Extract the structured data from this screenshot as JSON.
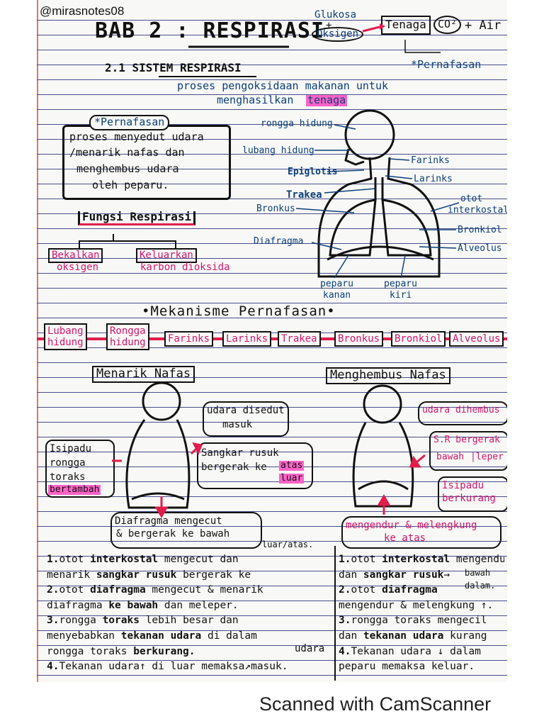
{
  "watermark": "@mirasnotes08",
  "title": "BAB 2 : RESPIRASI",
  "equation": {
    "reactant1": "Glukosa",
    "plus": "+",
    "reactant2": "Oksigen",
    "product1": "Tenaga",
    "product2": "CO²",
    "product3": "+ Air",
    "arrow_note": "*Pernafasan"
  },
  "section_heading": "2.1 SISTEM RESPIRASI",
  "definition_line1": "proses pengoksidaan makanan untuk",
  "definition_line2": "menghasilkan",
  "definition_highlight": "tenaga",
  "pernafasan_box": {
    "tag": "*Pernafasan",
    "lines": [
      "proses menyedut udara",
      "/menarik nafas dan",
      "menghembus udara",
      "oleh peparu."
    ]
  },
  "fungsi": {
    "title": "Fungsi Respirasi",
    "item1_line1": "Bekalkan",
    "item1_line2": "oksigen",
    "item2_line1": "Keluarkan",
    "item2_line2": "karbon dioksida"
  },
  "diagram_labels": {
    "rongga_hidung": "rongga hidung",
    "lubang_hidung": "lubang hidung",
    "epiglotis": "Epiglotis",
    "trakea": "Trakea",
    "bronkus": "Bronkus",
    "diafragma": "Diafragma",
    "farinks": "Farinks",
    "larinks": "Larinks",
    "otot_line1": "otot",
    "otot_line2": "interkostal",
    "bronkiol": "Bronkiol",
    "alveolus": "Alveolus",
    "peparu_kanan_1": "peparu",
    "peparu_kanan_2": "kanan",
    "peparu_kiri_1": "peparu",
    "peparu_kiri_2": "kiri"
  },
  "mekanisme_title": "•Mekanisme Pernafasan•",
  "pathway": [
    {
      "line1": "Lubang",
      "line2": "hidung"
    },
    {
      "line1": "Rongga",
      "line2": "hidung"
    },
    {
      "line1": "Farinks",
      "line2": ""
    },
    {
      "line1": "Larinks",
      "line2": ""
    },
    {
      "line1": "Trakea",
      "line2": ""
    },
    {
      "line1": "Bronkus",
      "line2": ""
    },
    {
      "line1": "Bronkiol",
      "line2": ""
    },
    {
      "line1": "Alveolus",
      "line2": ""
    }
  ],
  "menarik": {
    "title": "Menarik Nafas",
    "udara_1": "udara disedut",
    "udara_2": "masuk",
    "isipadu_1": "Isipadu",
    "isipadu_2": "rongga",
    "isipadu_3": "toraks",
    "isipadu_4": "bertambah",
    "sangkar_1": "Sangkar rusuk",
    "sangkar_2": "bergerak ke",
    "sangkar_3": "atas",
    "sangkar_4": "luar",
    "diafragma_1": "Diafragma mengecut",
    "diafragma_2": "& bergerak ke bawah",
    "luar_atas": "luar/atas.",
    "points": [
      {
        "n": "1.",
        "a": "otot ",
        "b": "interkostal",
        "c": " mengecut dan"
      },
      {
        "n": "",
        "a": "menarik ",
        "b": "sangkar rusuk",
        "c": " bergerak ke"
      },
      {
        "n": "2.",
        "a": "otot ",
        "b": "diafragma",
        "c": " mengecut & menarik"
      },
      {
        "n": "",
        "a": "diafragma ",
        "b": "ke bawah",
        "c": " dan meleper."
      },
      {
        "n": "3.",
        "a": "rongga ",
        "b": "toraks",
        "c": " lebih besar dan"
      },
      {
        "n": "",
        "a": "menyebabkan ",
        "b": "tekanan udara",
        "c": " di dalam"
      },
      {
        "n": "",
        "a": "rongga toraks ",
        "b": "berkurang.",
        "c": ""
      },
      {
        "n": "4.",
        "a": "Tekanan udara↑ di luar memaksa↗",
        "b": "",
        "c": "masuk."
      }
    ],
    "udara_note": "udara"
  },
  "menghembus": {
    "title": "Menghembus Nafas",
    "udara": "udara dihembus",
    "sr_1": "S.R bergerak",
    "sr_2": "bawah",
    "sr_3": "|leper",
    "isipadu_1": "Isipadu",
    "isipadu_2": "berkurang",
    "mengendur_1": "mengendur & melengkung",
    "mengendur_2": "ke atas",
    "points": [
      {
        "n": "1.",
        "a": "otot ",
        "b": "interkostal",
        "c": " mengendur"
      },
      {
        "n": "",
        "a": "dan ",
        "b": "sangkar rusuk",
        "c": "→"
      },
      {
        "n": "2.",
        "a": "otot ",
        "b": "diafragma",
        "c": ""
      },
      {
        "n": "",
        "a": "mengendur & melengkung ↑.",
        "b": "",
        "c": ""
      },
      {
        "n": "3.",
        "a": "rongga toraks mengecil",
        "b": "",
        "c": ""
      },
      {
        "n": "",
        "a": "dan ",
        "b": "tekanan udara",
        "c": " kurang"
      },
      {
        "n": "4.",
        "a": "Tekanan udara ↓ dalam",
        "b": "",
        "c": ""
      },
      {
        "n": "",
        "a": "peparu memaksa keluar.",
        "b": "",
        "c": ""
      }
    ],
    "bawah": "bawah",
    "dalam": "dalam."
  },
  "scanner_text": "Scanned with CamScanner",
  "colors": {
    "ink": "#111111",
    "blue_ink": "#0c3f78",
    "pink_ink": "#d4156a",
    "highlight": "#ff63c8",
    "red": "#e01e4c",
    "rule": "#4b4f8c"
  }
}
